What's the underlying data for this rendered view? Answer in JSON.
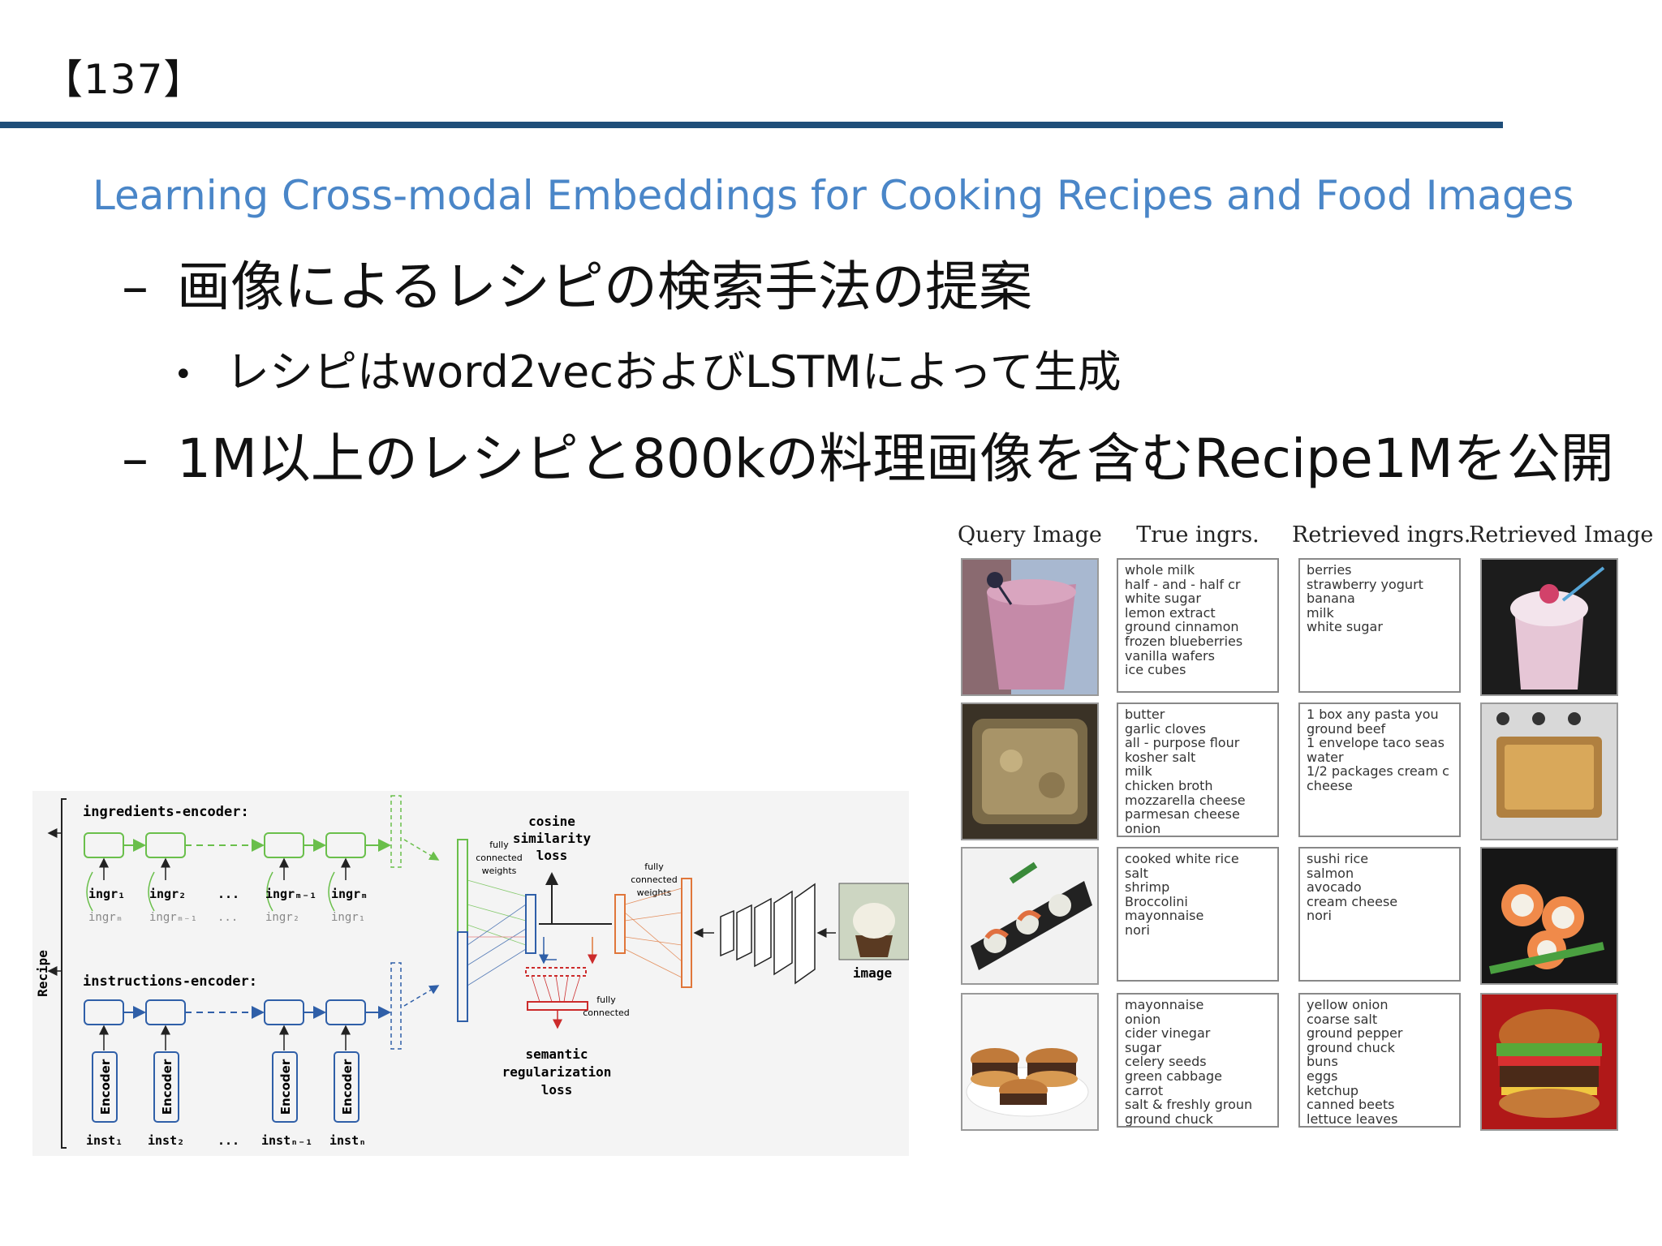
{
  "slide_number": "【137】",
  "title": "Learning Cross-modal Embeddings for Cooking Recipes and Food Images",
  "bullets": {
    "b1": "画像によるレシピの検索手法の提案",
    "b1_marker": "–",
    "b2": "レシピはword2vecおよびLSTMによって生成",
    "b2_marker": "•",
    "b3": "1M以上のレシピと800kの料理画像を含むRecipe1Mを公開",
    "b3_marker": "–"
  },
  "diagram": {
    "side_label": "Recipe",
    "ingredients_encoder": "ingredients-encoder:",
    "instructions_encoder": "instructions-encoder:",
    "ingr_top": [
      "ingr₁",
      "ingr₂",
      "...",
      "ingrₘ₋₁",
      "ingrₘ"
    ],
    "ingr_bottom": [
      "ingrₘ",
      "ingrₘ₋₁",
      "...",
      "ingr₂",
      "ingr₁"
    ],
    "encoder_label": "Encoder",
    "inst_labels": [
      "inst₁",
      "inst₂",
      "...",
      "instₙ₋₁",
      "instₙ"
    ],
    "fc_left": [
      "fully",
      "connected",
      "weights"
    ],
    "fc_right": [
      "fully",
      "connected",
      "weights"
    ],
    "fc_bottom": [
      "fully",
      "connected"
    ],
    "cosine": [
      "cosine",
      "similarity",
      "loss"
    ],
    "semantic": [
      "semantic",
      "regularization",
      "loss"
    ],
    "image_label": "image"
  },
  "results": {
    "headers": [
      "Query Image",
      "True ingrs.",
      "Retrieved ingrs.",
      "Retrieved Image"
    ],
    "rows": [
      {
        "true": [
          "whole milk",
          "half - and - half cr",
          "white sugar",
          "lemon extract",
          "ground cinnamon",
          "frozen blueberries",
          "vanilla wafers",
          "ice cubes"
        ],
        "retrieved": [
          "berries",
          "strawberry yogurt",
          "banana",
          "milk",
          "white sugar"
        ]
      },
      {
        "true": [
          "butter",
          "garlic cloves",
          "all - purpose flour",
          "kosher salt",
          "milk",
          "chicken broth",
          "mozzarella cheese",
          "parmesan cheese",
          "onion"
        ],
        "retrieved": [
          "1 box any pasta you",
          "ground beef",
          "1 envelope taco seas",
          "water",
          "1/2 packages cream c",
          "cheese"
        ]
      },
      {
        "true": [
          "cooked white rice",
          "salt",
          "shrimp",
          "Broccolini",
          "mayonnaise",
          "nori"
        ],
        "retrieved": [
          "sushi rice",
          "salmon",
          "avocado",
          "cream cheese",
          "nori"
        ]
      },
      {
        "true": [
          "mayonnaise",
          "onion",
          "cider vinegar",
          "sugar",
          "celery seeds",
          "green cabbage",
          "carrot",
          "salt & freshly groun",
          "ground chuck"
        ],
        "retrieved": [
          "yellow onion",
          "coarse salt",
          "ground pepper",
          "ground chuck",
          "buns",
          "eggs",
          "ketchup",
          "canned beets",
          "lettuce leaves"
        ]
      }
    ]
  },
  "colors": {
    "rule": "#1f4e79",
    "title": "#4a86c8",
    "lstm": "#6abf4b",
    "blue_link": "#2f5fa8",
    "orange": "#e0763a",
    "red": "#cc2b2b"
  }
}
